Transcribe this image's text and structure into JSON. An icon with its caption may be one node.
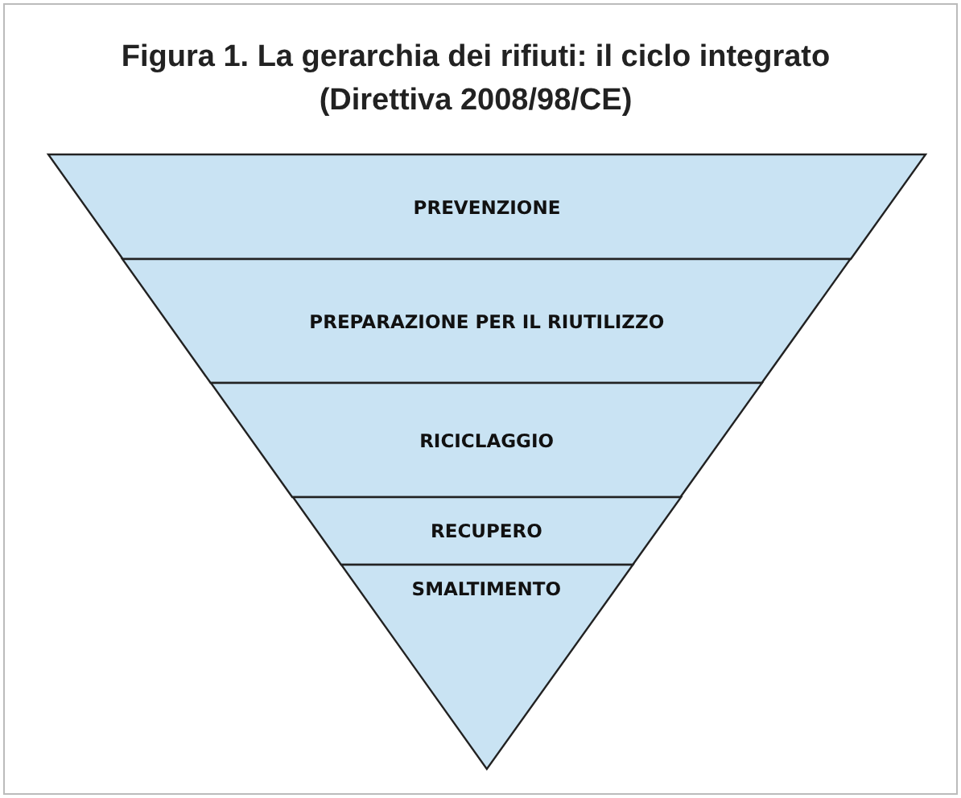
{
  "diagram": {
    "title": "Figura 1. La gerarchia dei rifiuti: il ciclo integrato (Direttiva 2008/98/CE)",
    "nodes": [
      {
        "text": [
          "PREVENZIONE"
        ]
      },
      {
        "text": [
          "PREPARAZIONE PER IL RIUTILIZZO"
        ]
      },
      {
        "text": [
          "RICICLAGGIO"
        ]
      },
      {
        "text": [
          "RECUPERO"
        ]
      },
      {
        "text": [
          "SMALTIMENTO"
        ]
      }
    ],
    "edges": []
  }
}
